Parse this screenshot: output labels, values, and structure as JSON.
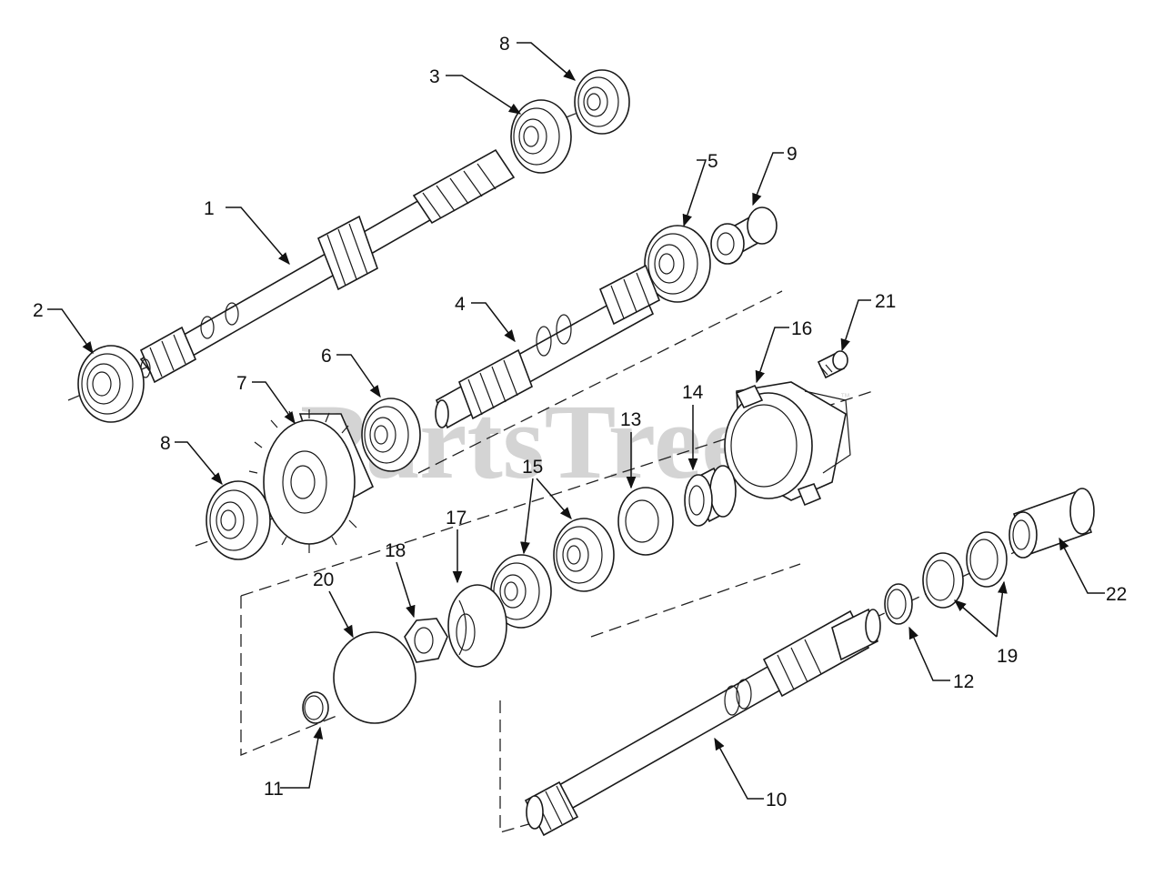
{
  "diagram": {
    "watermark": "PartsTree",
    "watermark_mark": "™",
    "callouts": [
      "1",
      "2",
      "3",
      "4",
      "5",
      "6",
      "7",
      "8",
      "8",
      "9",
      "10",
      "11",
      "12",
      "13",
      "14",
      "15",
      "16",
      "17",
      "18",
      "19",
      "20",
      "21",
      "22"
    ]
  }
}
